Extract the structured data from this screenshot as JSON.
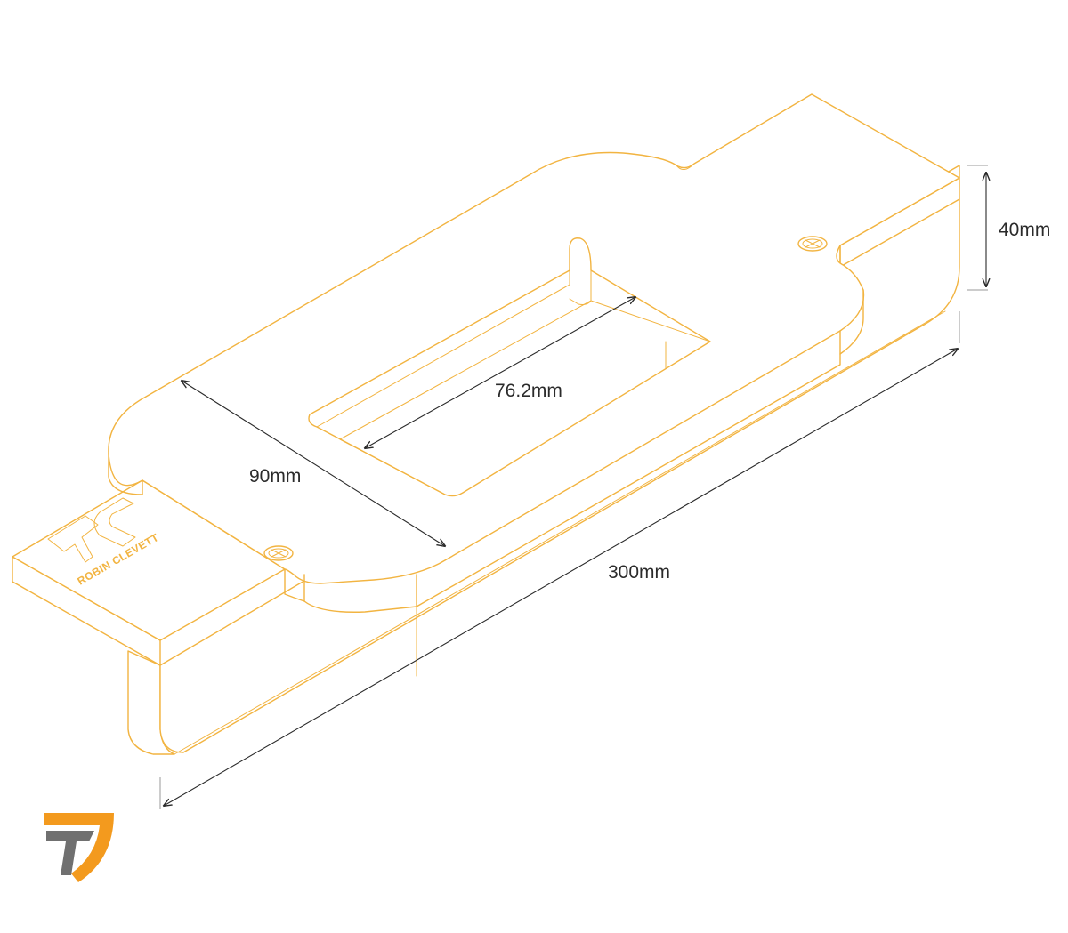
{
  "diagram": {
    "outline_color": "#F2B441",
    "dimension_color": "#2b2b2b",
    "dimensions": {
      "depth": "40mm",
      "slot_length": "76.2mm",
      "width": "90mm",
      "length": "300mm"
    },
    "engraving": {
      "monogram": "RC",
      "brand": "ROBIN CLEVETT"
    },
    "icons": [
      "screw-head-icon",
      "company-logo-icon"
    ]
  },
  "logo": {
    "colors": {
      "orange": "#F39A1E",
      "grey": "#707070"
    }
  }
}
